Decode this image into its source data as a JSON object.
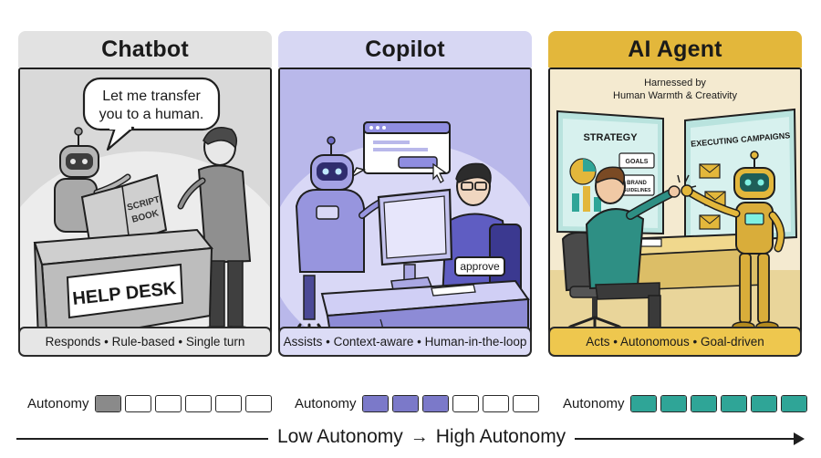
{
  "panels": [
    {
      "title": "Chatbot",
      "speech": [
        "Let me transfer",
        "you to a human."
      ],
      "book_text": [
        "SCRIPT",
        "BOOK"
      ],
      "desk_sign": "HELP DESK",
      "tagline": "Responds • Rule-based • Single turn",
      "autonomy_label": "Autonomy",
      "autonomy_level": 1,
      "autonomy_total": 6,
      "accent": "#8a8a8a"
    },
    {
      "title": "Copilot",
      "button_text": "approve",
      "tagline": "Assists • Context-aware • Human-in-the-loop",
      "autonomy_label": "Autonomy",
      "autonomy_level": 3,
      "autonomy_total": 6,
      "accent": "#7b79c9"
    },
    {
      "title": "AI Agent",
      "caption": [
        "Harnessed by",
        "Human Warmth & Creativity"
      ],
      "board_left": [
        "STRATEGY",
        "GOALS",
        "BRAND",
        "GUIDELINES"
      ],
      "board_right": "EXECUTING CAMPAIGNS",
      "tagline": "Acts • Autonomous • Goal-driven",
      "autonomy_label": "Autonomy",
      "autonomy_level": 6,
      "autonomy_total": 6,
      "accent": "#2fa597"
    }
  ],
  "axis": {
    "low": "Low Autonomy",
    "high": "High Autonomy",
    "arrow": "→"
  }
}
